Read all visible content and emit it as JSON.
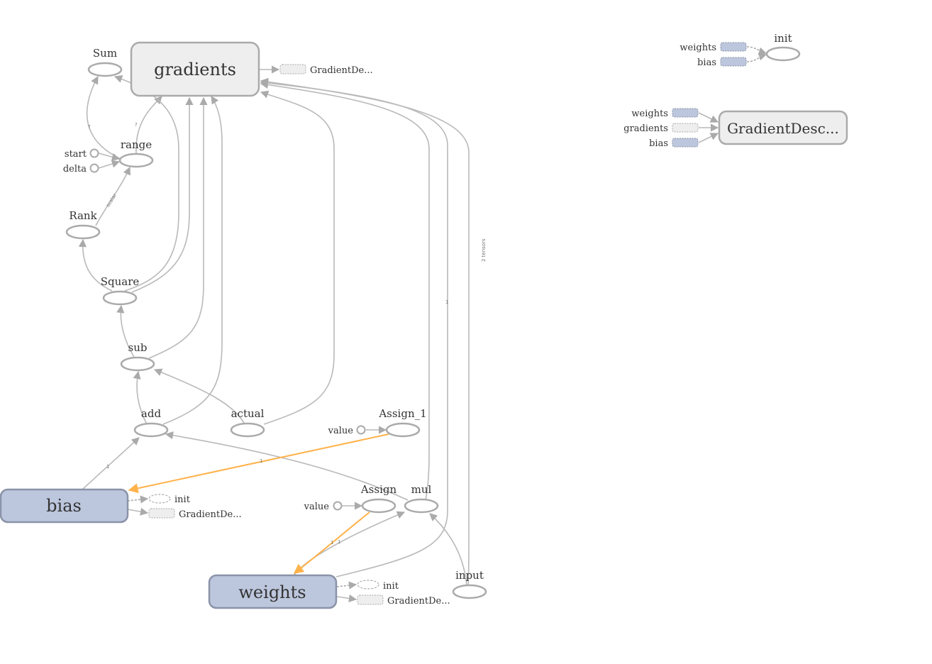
{
  "colors": {
    "variable_fill": "#bcc6dc",
    "variable_stroke": "#8a93a8",
    "meta_fill": "#eeeeee",
    "meta_stroke": "#aaaaaa",
    "edge": "#b9b9b9",
    "ref_edge": "#ffb24a"
  },
  "nodes": {
    "sum": "Sum",
    "gradients": "gradients",
    "range": "range",
    "start": "start",
    "delta": "delta",
    "rank": "Rank",
    "square": "Square",
    "sub": "sub",
    "add": "add",
    "actual": "actual",
    "assign_1": "Assign_1",
    "assign_1_value": "value",
    "bias": "bias",
    "assign": "Assign",
    "assign_value": "value",
    "mul": "mul",
    "weights": "weights",
    "input": "input"
  },
  "stubs": {
    "gradients_out": "GradientDe...",
    "bias_init": "init",
    "bias_gd": "GradientDe...",
    "weights_init": "init",
    "weights_gd": "GradientDe..."
  },
  "edge_labels": {
    "range_to_sum": "?",
    "range_to_gradients": "?",
    "rank_to_range": "scalar",
    "bias_to_add": "1",
    "assign1_to_bias": "1",
    "assign_to_weights": "1",
    "weights_to_mul": "1",
    "mul_to_gradients": "1",
    "input_to_gradients": "2 tensors"
  },
  "aux": {
    "init_group": {
      "title": "init",
      "inputs": [
        "weights",
        "bias"
      ]
    },
    "gd_group": {
      "title": "GradientDesc...",
      "inputs": [
        "weights",
        "gradients",
        "bias"
      ]
    }
  }
}
